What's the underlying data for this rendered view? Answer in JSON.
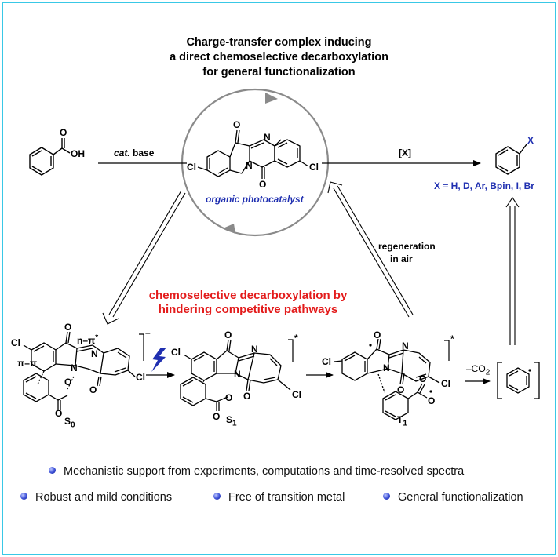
{
  "title": {
    "line1": "Charge-transfer complex inducing",
    "line2": "a direct chemoselective decarboxylation",
    "line3": "for general functionalization"
  },
  "reagents": {
    "cat_italic": "cat.",
    "base_text": " base",
    "reagent": "[X]",
    "product_substituent": "X",
    "x_options": "X = H, D, Ar, Bpin, I, Br",
    "co2": "–CO",
    "co2_sub": "2"
  },
  "catalyst": {
    "label": "organic photocatalyst"
  },
  "regeneration": {
    "line1": "regeneration",
    "line2": "in air"
  },
  "highlight": {
    "line1": "chemoselective decarboxylation by",
    "line2": "hindering competitive pathways"
  },
  "atoms": {
    "O": "O",
    "N": "N",
    "Cl": "Cl",
    "OH": "OH"
  },
  "states": {
    "s0": "S",
    "s0_sub": "0",
    "s1": "S",
    "s1_sub": "1",
    "t1": "T",
    "t1_sub": "1",
    "charge_minus": "–",
    "star": "*",
    "n_pi": "n–π",
    "pi_pi": "π–π"
  },
  "bullets": [
    "Mechanistic support from experiments, computations and time-resolved spectra",
    "Robust and mild conditions",
    "Free of transition metal",
    "General functionalization"
  ],
  "colors": {
    "frame": "#39c8e6",
    "blue_text": "#1f2fb0",
    "red_text": "#e31b1b",
    "cycle": "#8a8a8a"
  }
}
